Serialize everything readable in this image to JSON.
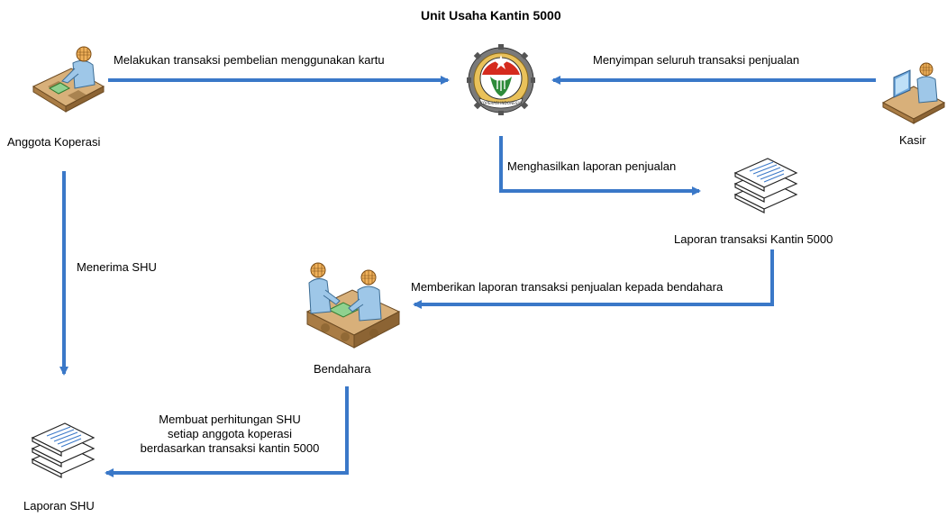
{
  "diagram": {
    "title": "Unit Usaha Kantin 5000",
    "nodes": {
      "anggota": "Anggota Koperasi",
      "kasir": "Kasir",
      "laporan_transaksi": "Laporan transaksi Kantin 5000",
      "bendahara": "Bendahara",
      "laporan_shu": "Laporan SHU"
    },
    "edges": {
      "anggota_to_unit": "Melakukan transaksi pembelian menggunakan kartu",
      "kasir_to_unit": "Menyimpan seluruh transaksi penjualan",
      "unit_to_laporan": "Menghasilkan laporan penjualan",
      "laporan_to_bendahara": "Memberikan laporan transaksi penjualan kepada bendahara",
      "anggota_to_shu": "Menerima SHU",
      "bendahara_to_shu": [
        "Membuat perhitungan SHU",
        "setiap anggota koperasi",
        "berdasarkan transaksi kantin 5000"
      ]
    },
    "logo_text": "KOPERASI INDONESIA",
    "colors": {
      "arrow": "#3A78C8",
      "desk": "#C9A16A",
      "person": "#E8A34A",
      "logo_red": "#D52B1E",
      "logo_green": "#2E8B3A"
    }
  }
}
